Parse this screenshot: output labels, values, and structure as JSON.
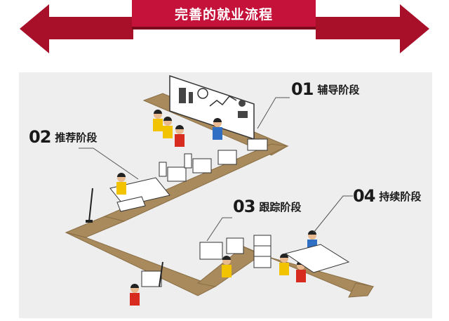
{
  "header": {
    "title": "完善的就业流程",
    "banner_color": "#a8102a",
    "title_box_color": "#c4123a"
  },
  "stages": [
    {
      "num": "01",
      "label": "辅导阶段"
    },
    {
      "num": "02",
      "label": "推荐阶段"
    },
    {
      "num": "03",
      "label": "跟踪阶段"
    },
    {
      "num": "04",
      "label": "持续阶段"
    }
  ],
  "colors": {
    "path": "#a88a5c",
    "path_edge": "#8a6e45",
    "yellow": "#f2c300",
    "red": "#d62b1e",
    "blue": "#2f6fc4",
    "skin": "#e9b98f",
    "hair": "#222222",
    "furniture": "#ffffff",
    "scene_bg": "#eeeeee"
  }
}
